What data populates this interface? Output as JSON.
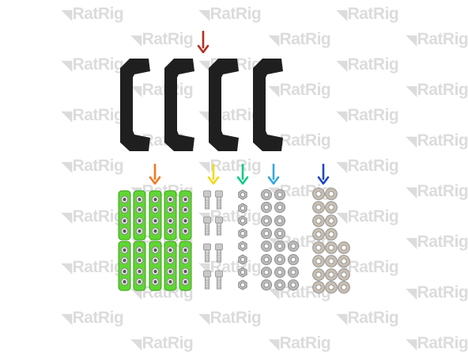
{
  "watermark": {
    "text": "RatRig",
    "mark": "◥",
    "color": "#dcdcdc"
  },
  "colors": {
    "bracket": "#1f1f1f",
    "arrow_red": "#b5301f",
    "arrow_orange": "#ee7a22",
    "arrow_yellow": "#eedc1a",
    "arrow_green": "#12c98a",
    "arrow_cyan": "#35a8e0",
    "arrow_blue": "#2146c4",
    "green_part": "#5fd633",
    "green_part_edge": "#3fa11e",
    "bolt": "#c9c9c9",
    "nut": "#bdbdbd",
    "washer": "#b9b9b9",
    "washer_large": "#c8bfb2"
  },
  "parts": {
    "brackets": {
      "icon": "c-bracket-icon",
      "count": 4
    },
    "green_plates": {
      "icon": "green-plate-icon",
      "count": 10
    },
    "bolts": {
      "icon": "bolt-icon",
      "count": 8
    },
    "nuts": {
      "icon": "hex-nut-icon",
      "count": 8
    },
    "small_washers": {
      "icon": "washer-icon",
      "count": 20
    },
    "large_washers": {
      "icon": "large-washer-icon",
      "count": 20
    }
  }
}
